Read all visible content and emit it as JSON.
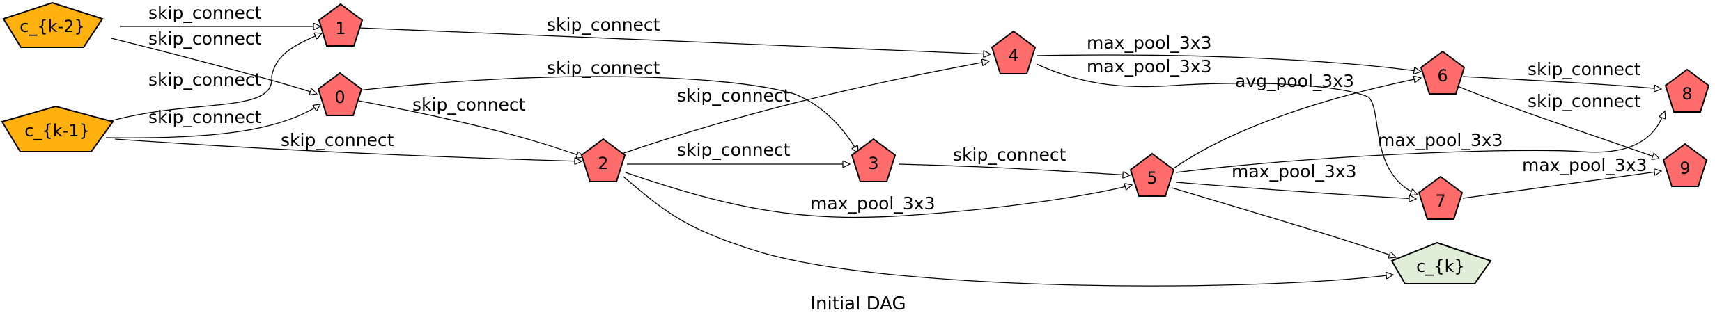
{
  "caption": "Initial DAG",
  "colors": {
    "input_node": "#ffb20f",
    "op_node": "#fe6d6b",
    "output_node": "#e0eed9",
    "edge": "#000000"
  },
  "nodes": {
    "ck2": "c_{k-2}",
    "ck1": "c_{k-1}",
    "n0": "0",
    "n1": "1",
    "n2": "2",
    "n3": "3",
    "n4": "4",
    "n5": "5",
    "n6": "6",
    "n7": "7",
    "n8": "8",
    "n9": "9",
    "ck": "c_{k}"
  },
  "edges": [
    {
      "from": "c_{k-2}",
      "to": "1",
      "label": "skip_connect"
    },
    {
      "from": "c_{k-2}",
      "to": "0",
      "label": "skip_connect"
    },
    {
      "from": "c_{k-1}",
      "to": "1",
      "label": "skip_connect"
    },
    {
      "from": "c_{k-1}",
      "to": "0",
      "label": "skip_connect"
    },
    {
      "from": "c_{k-1}",
      "to": "2",
      "label": "skip_connect"
    },
    {
      "from": "1",
      "to": "4",
      "label": "skip_connect"
    },
    {
      "from": "0",
      "to": "3",
      "label": "skip_connect"
    },
    {
      "from": "0",
      "to": "2",
      "label": "skip_connect"
    },
    {
      "from": "2",
      "to": "4",
      "label": "skip_connect"
    },
    {
      "from": "2",
      "to": "3",
      "label": "skip_connect"
    },
    {
      "from": "2",
      "to": "5",
      "label": "max_pool_3x3"
    },
    {
      "from": "2",
      "to": "c_{k}",
      "label": ""
    },
    {
      "from": "3",
      "to": "5",
      "label": "skip_connect"
    },
    {
      "from": "4",
      "to": "6",
      "label": "max_pool_3x3"
    },
    {
      "from": "4",
      "to": "7",
      "label": "max_pool_3x3"
    },
    {
      "from": "5",
      "to": "6",
      "label": "avg_pool_3x3"
    },
    {
      "from": "5",
      "to": "8",
      "label": "max_pool_3x3"
    },
    {
      "from": "5",
      "to": "7",
      "label": "max_pool_3x3"
    },
    {
      "from": "5",
      "to": "c_{k}",
      "label": ""
    },
    {
      "from": "6",
      "to": "8",
      "label": "skip_connect"
    },
    {
      "from": "6",
      "to": "9",
      "label": "skip_connect"
    },
    {
      "from": "7",
      "to": "9",
      "label": "max_pool_3x3"
    }
  ]
}
